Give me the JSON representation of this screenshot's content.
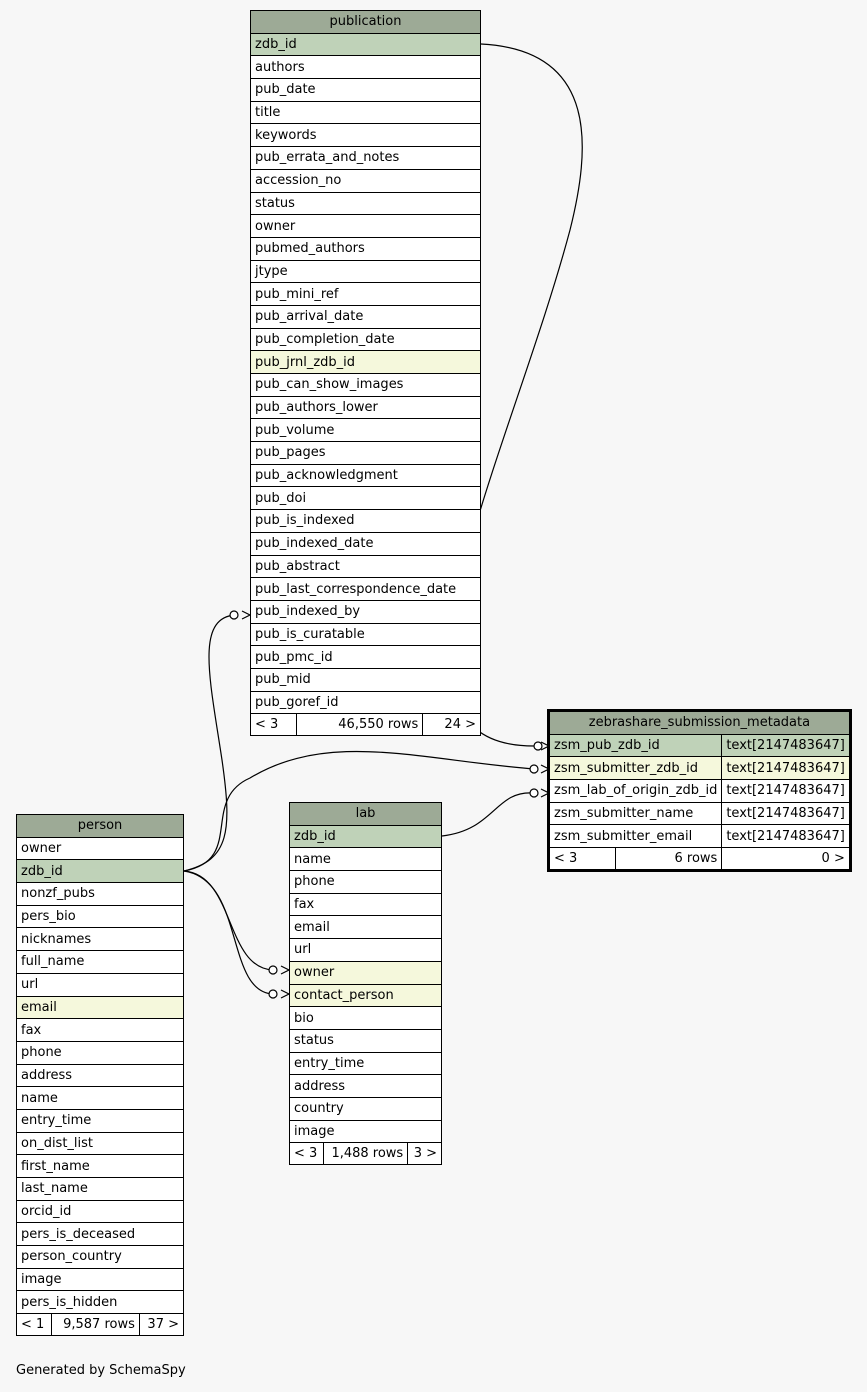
{
  "tables": {
    "publication": {
      "name": "publication",
      "columns": [
        "zdb_id",
        "authors",
        "pub_date",
        "title",
        "keywords",
        "pub_errata_and_notes",
        "accession_no",
        "status",
        "owner",
        "pubmed_authors",
        "jtype",
        "pub_mini_ref",
        "pub_arrival_date",
        "pub_completion_date",
        "pub_jrnl_zdb_id",
        "pub_can_show_images",
        "pub_authors_lower",
        "pub_volume",
        "pub_pages",
        "pub_acknowledgment",
        "pub_doi",
        "pub_is_indexed",
        "pub_indexed_date",
        "pub_abstract",
        "pub_last_correspondence_date",
        "pub_indexed_by",
        "pub_is_curatable",
        "pub_pmc_id",
        "pub_mid",
        "pub_goref_id"
      ],
      "pk": [
        "zdb_id"
      ],
      "fk": [
        "pub_jrnl_zdb_id"
      ],
      "footer": {
        "parents": "< 3",
        "rows": "46,550 rows",
        "children": "24 >"
      }
    },
    "person": {
      "name": "person",
      "columns": [
        "owner",
        "zdb_id",
        "nonzf_pubs",
        "pers_bio",
        "nicknames",
        "full_name",
        "url",
        "email",
        "fax",
        "phone",
        "address",
        "name",
        "entry_time",
        "on_dist_list",
        "first_name",
        "last_name",
        "orcid_id",
        "pers_is_deceased",
        "person_country",
        "image",
        "pers_is_hidden"
      ],
      "pk": [
        "zdb_id"
      ],
      "fk": [
        "email"
      ],
      "footer": {
        "parents": "< 1",
        "rows": "9,587 rows",
        "children": "37 >"
      }
    },
    "lab": {
      "name": "lab",
      "columns": [
        "zdb_id",
        "name",
        "phone",
        "fax",
        "email",
        "url",
        "owner",
        "contact_person",
        "bio",
        "status",
        "entry_time",
        "address",
        "country",
        "image"
      ],
      "pk": [
        "zdb_id"
      ],
      "fk": [
        "owner",
        "contact_person"
      ],
      "footer": {
        "parents": "< 3",
        "rows": "1,488 rows",
        "children": "3 >"
      }
    },
    "zsm": {
      "name": "zebrashare_submission_metadata",
      "columns": [
        {
          "name": "zsm_pub_zdb_id",
          "type": "text[2147483647]"
        },
        {
          "name": "zsm_submitter_zdb_id",
          "type": "text[2147483647]"
        },
        {
          "name": "zsm_lab_of_origin_zdb_id",
          "type": "text[2147483647]"
        },
        {
          "name": "zsm_submitter_name",
          "type": "text[2147483647]"
        },
        {
          "name": "zsm_submitter_email",
          "type": "text[2147483647]"
        }
      ],
      "pk": [
        "zsm_pub_zdb_id"
      ],
      "fk": [
        "zsm_submitter_zdb_id"
      ],
      "footer": {
        "parents": "< 3",
        "rows": "6 rows",
        "children": "0 >"
      }
    }
  },
  "footer_text": "Generated by SchemaSpy",
  "colors": {
    "header": "#9daa96",
    "primary_key": "#bfd2b8",
    "foreign_key": "#f5f8dc",
    "background": "#f7f7f7"
  }
}
